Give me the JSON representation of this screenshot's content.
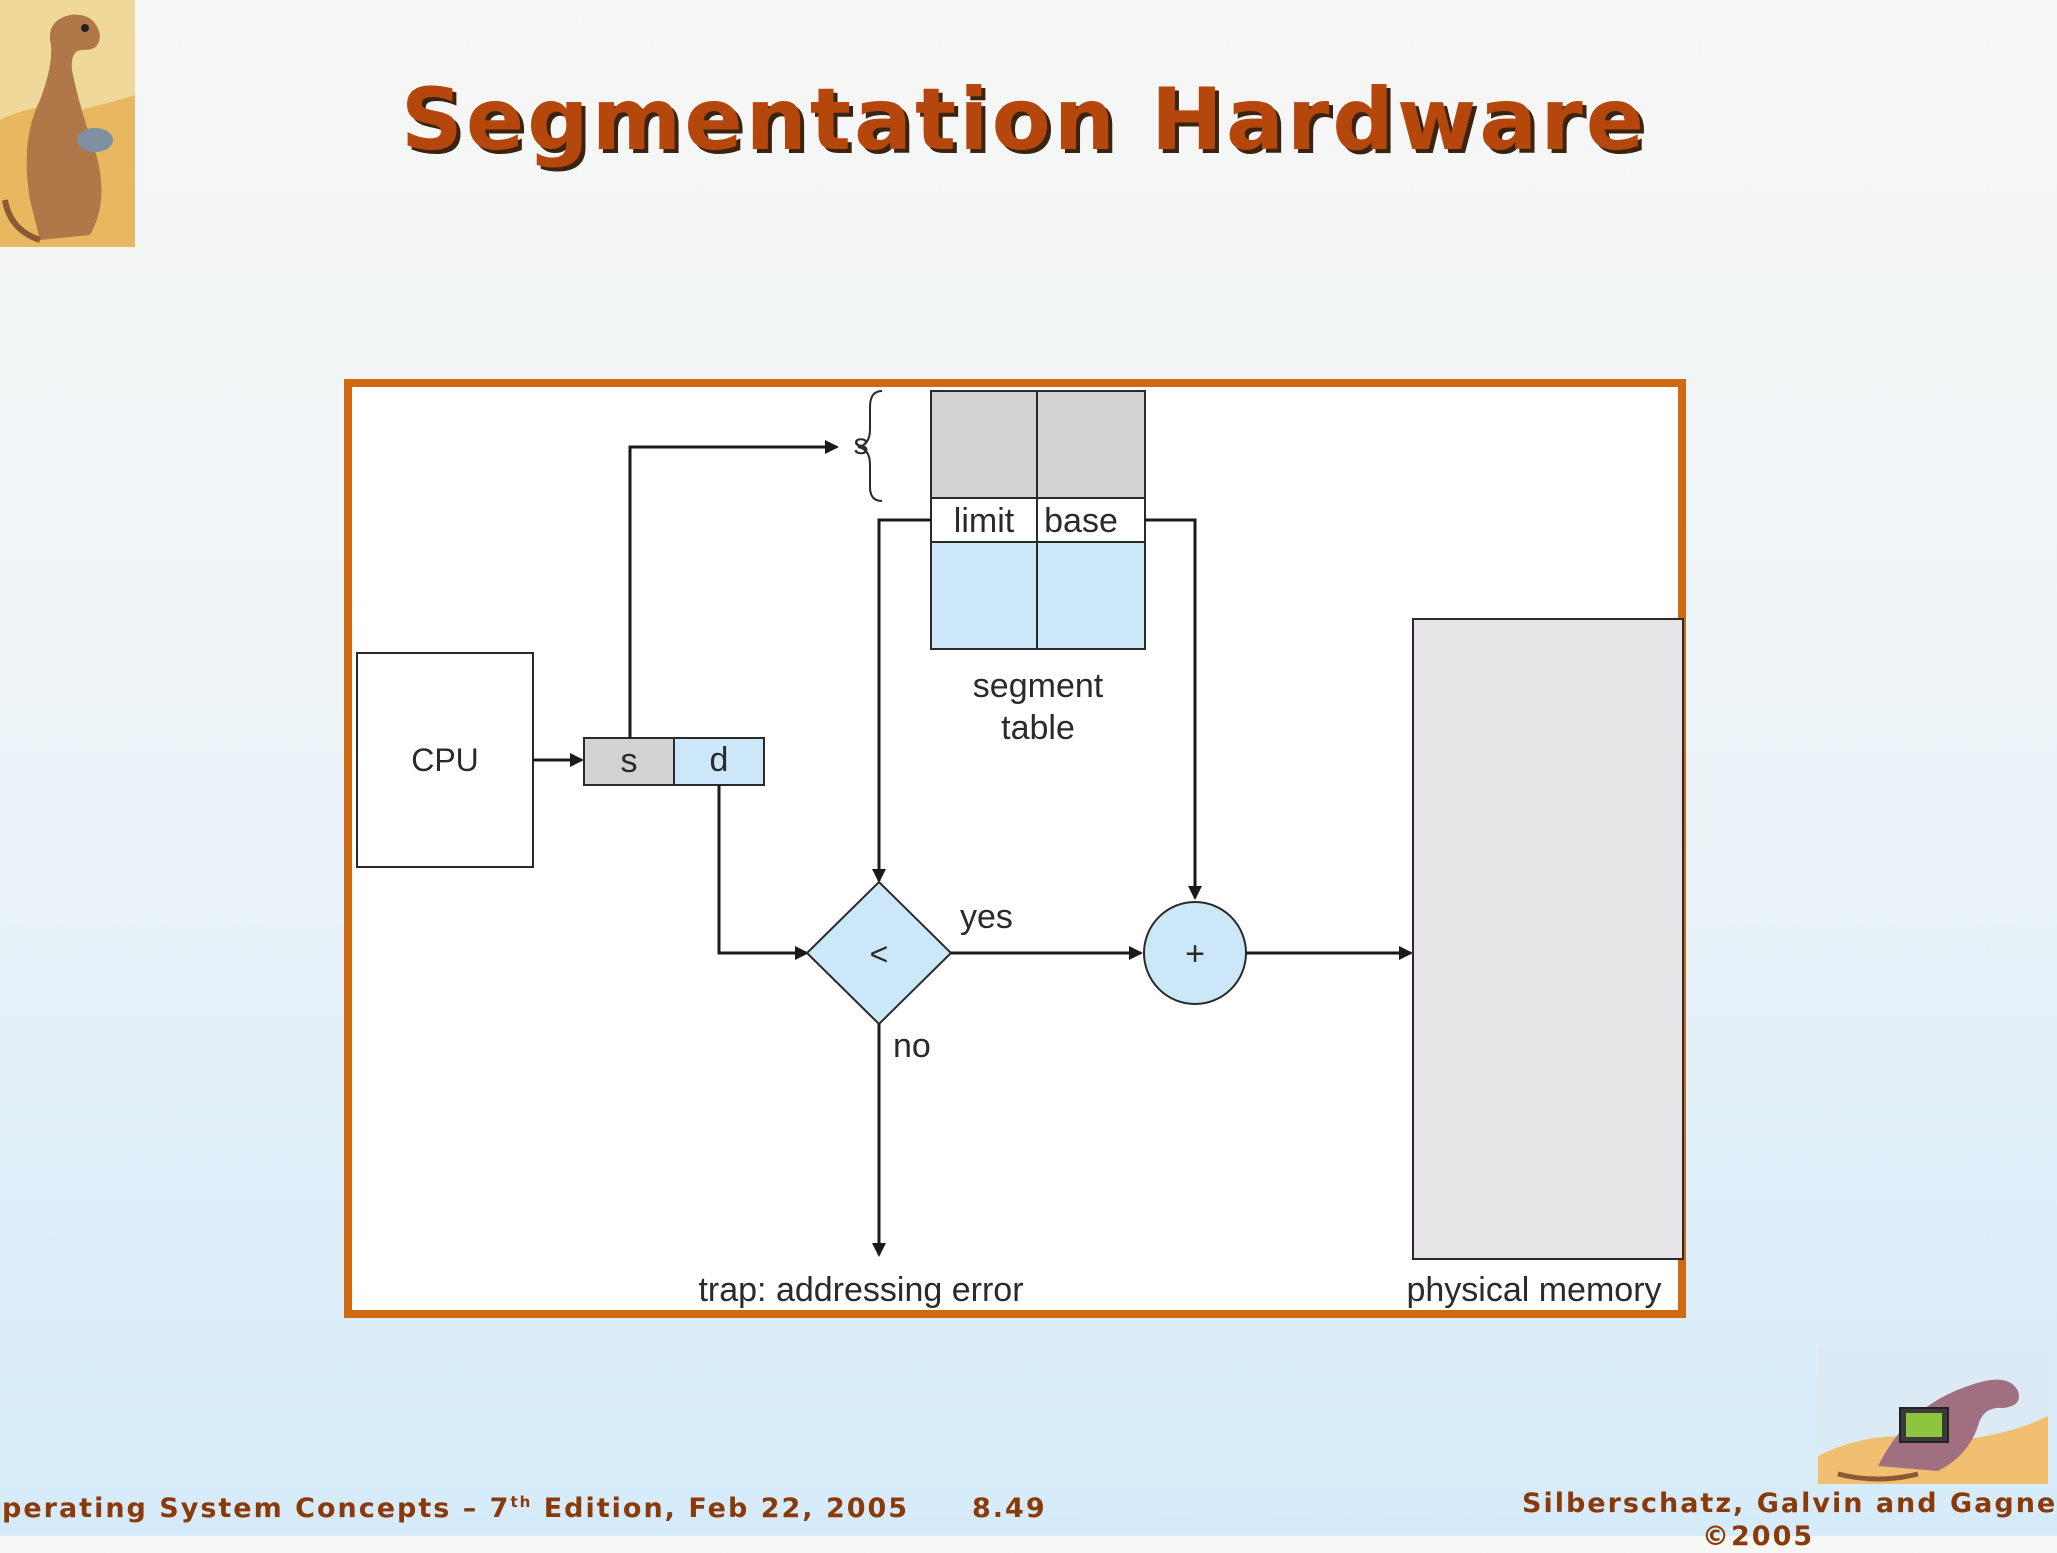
{
  "slide": {
    "title": "Segmentation Hardware"
  },
  "diagram": {
    "cpu_label": "CPU",
    "logical_address": {
      "s_label": "s",
      "d_label": "d"
    },
    "segment_index_label": "s",
    "segment_table": {
      "limit_label": "limit",
      "base_label": "base",
      "caption_line1": "segment",
      "caption_line2": "table"
    },
    "comparator_symbol": "<",
    "yes_label": "yes",
    "no_label": "no",
    "adder_symbol": "+",
    "trap_label": "trap: addressing error",
    "memory_label": "physical memory",
    "colors": {
      "frame": "#cf6a10",
      "light_blue": "#cce8f8",
      "gray": "#d2d2d2",
      "memory_fill": "#e6e4e6"
    }
  },
  "footer": {
    "left_text_before_sup": "perating System Concepts – 7",
    "left_sup": "th",
    "left_text_after_sup": " Edition, Feb 22, 2005",
    "page_number": "8.49",
    "authors": "Silberschatz, Galvin and Gagne",
    "copyright": "©2005"
  }
}
